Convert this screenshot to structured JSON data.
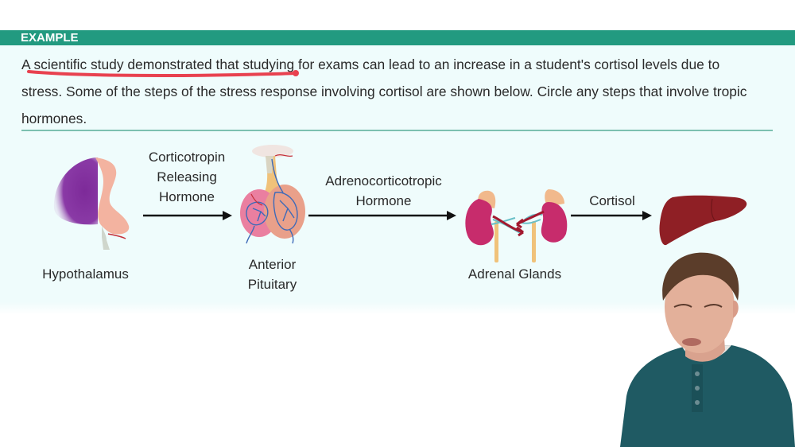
{
  "header": {
    "label": "EXAMPLE",
    "color": "#229a80"
  },
  "question": {
    "line1": "A scientific study demonstrated that studying for exams can lead to an increase in a student's cortisol levels due to",
    "line2": "stress. Some of the steps of the stress response involving cortisol are shown below. Circle any steps that involve tropic",
    "line3": "hormones.",
    "annotation": {
      "type": "underline",
      "color": "#e8414f",
      "target_text": "scientific study demonstrated that studying"
    }
  },
  "diagram": {
    "steps": [
      {
        "id": "hypothalamus",
        "label": "Hypothalamus",
        "icon": "hypothalamus-illustration"
      },
      {
        "id": "anterior-pituitary",
        "label_line1": "Anterior",
        "label_line2": "Pituitary",
        "icon": "pituitary-illustration"
      },
      {
        "id": "adrenal-glands",
        "label": "Adrenal Glands",
        "icon": "kidneys-adrenal-illustration"
      },
      {
        "id": "liver",
        "label": "",
        "icon": "liver-illustration"
      }
    ],
    "arrows": [
      {
        "from": "hypothalamus",
        "to": "anterior-pituitary",
        "line1": "Corticotropin",
        "line2": "Releasing",
        "line3": "Hormone"
      },
      {
        "from": "anterior-pituitary",
        "to": "adrenal-glands",
        "line1": "Adrenocorticotropic",
        "line2": "Hormone"
      },
      {
        "from": "adrenal-glands",
        "to": "liver",
        "line1": "Cortisol"
      }
    ]
  },
  "colors": {
    "panel_bg": "#effcfc",
    "divider": "#7cc0b0",
    "liver": "#8f1f25",
    "kidney": "#c72c6c",
    "adrenal": "#f1b98c",
    "hypothalamus_purple": "#7d2a99",
    "shirt": "#1f5a63"
  }
}
